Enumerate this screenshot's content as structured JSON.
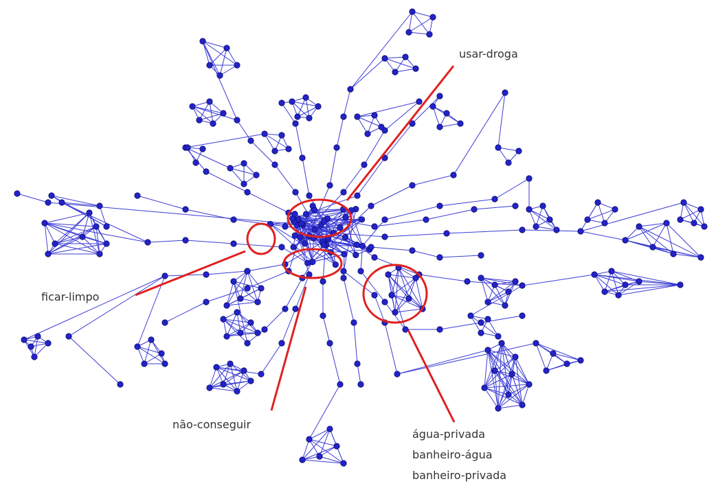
{
  "colors": {
    "background": "#ffffff",
    "edge": "#3b3bd6",
    "node": "#2323c8",
    "node_outline": "#0b0b70",
    "highlight": "#e02020",
    "label": "#333333"
  },
  "annotations": {
    "usar_droga": "usar-droga",
    "ficar_limpo": "ficar-limpo",
    "nao_conseguir": "não-conseguir",
    "agua_privada": "água-privada",
    "banheiro_agua": "banheiro-água",
    "banheiro_privada": "banheiro-privada"
  },
  "network": {
    "type": "co-occurrence graph",
    "highlighted_groups": [
      "usar-droga",
      "ficar-limpo",
      "não-conseguir",
      "água-privada / banheiro-água / banheiro-privada"
    ]
  }
}
